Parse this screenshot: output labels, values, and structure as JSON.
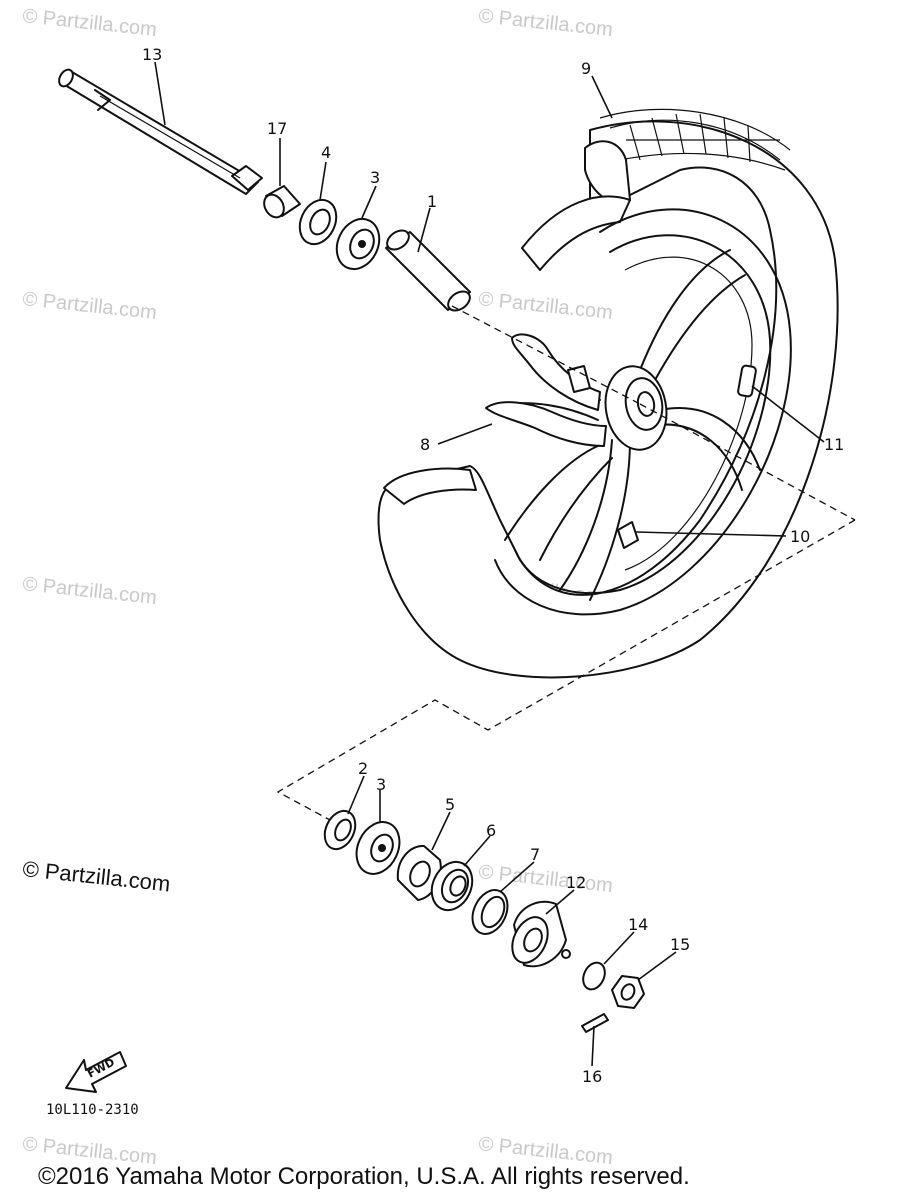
{
  "watermarks": {
    "faint": "© Partzilla.com",
    "strong": "© Partzilla.com"
  },
  "callouts": {
    "c1": "1",
    "c2": "2",
    "c3a": "3",
    "c3b": "3",
    "c4": "4",
    "c5": "5",
    "c6": "6",
    "c7": "7",
    "c8": "8",
    "c9": "9",
    "c10": "10",
    "c11": "11",
    "c12": "12",
    "c13": "13",
    "c14": "14",
    "c15": "15",
    "c16": "16",
    "c17": "17"
  },
  "fwd_label": "FWD",
  "diagram_code": "10L110-2310",
  "copyright": "©2016 Yamaha Motor Corporation, U.S.A. All rights reserved."
}
